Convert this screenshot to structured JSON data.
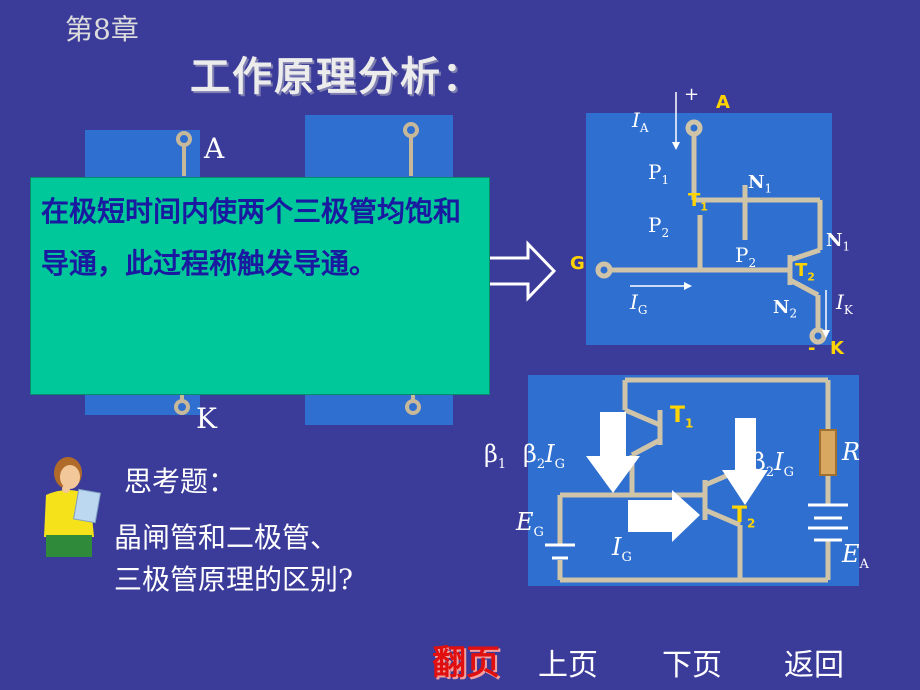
{
  "header": {
    "chapter": "第8章",
    "title": "工作原理分析："
  },
  "left_diagram": {
    "anode_label": "A",
    "cathode_label": "K"
  },
  "callout": {
    "text": "在极短时间内使两个三极管均饱和导通，此过程称触发导通。"
  },
  "top_right_diagram": {
    "plus": "+",
    "A": "A",
    "IA": "I",
    "IA_sub": "A",
    "P1": "P",
    "P1_sub": "1",
    "T1": "T",
    "T1_sub": "1",
    "N1": "N",
    "N1_sub": "1",
    "P2": "P",
    "P2_sub": "2",
    "N1b": "N",
    "N1b_sub": "1",
    "G": "G",
    "P2b": "P",
    "P2b_sub": "2",
    "T2": "T",
    "T2_sub": "2",
    "IG": "I",
    "IG_sub": "G",
    "IK": "I",
    "IK_sub": "K",
    "N2": "N",
    "N2_sub": "2",
    "minus": "-",
    "K": "K"
  },
  "bottom_right_diagram": {
    "T1": "T",
    "T1_sub": "1",
    "T2": "T",
    "T2_sub": "2",
    "beta1": "β",
    "beta1_sub": "1",
    "beta2IG": "β",
    "beta2IG_sub": "2",
    "beta2IG_I": "I",
    "beta2IG_G": "G",
    "beta2IG_r": "β",
    "beta2IG_r_sub": "2",
    "beta2IG_r_I": "I",
    "beta2IG_r_G": "G",
    "R": "R",
    "EG": "E",
    "EG_sub": "G",
    "IG": "I",
    "IG_sub": "G",
    "EA": "E",
    "EA_sub": "A"
  },
  "question": {
    "title": "思考题：",
    "line1": "晶闸管和二极管、",
    "line2": "三极管原理的区别?"
  },
  "nav": {
    "flip": "翻页",
    "prev": "上页",
    "next": "下页",
    "back": "返回"
  }
}
